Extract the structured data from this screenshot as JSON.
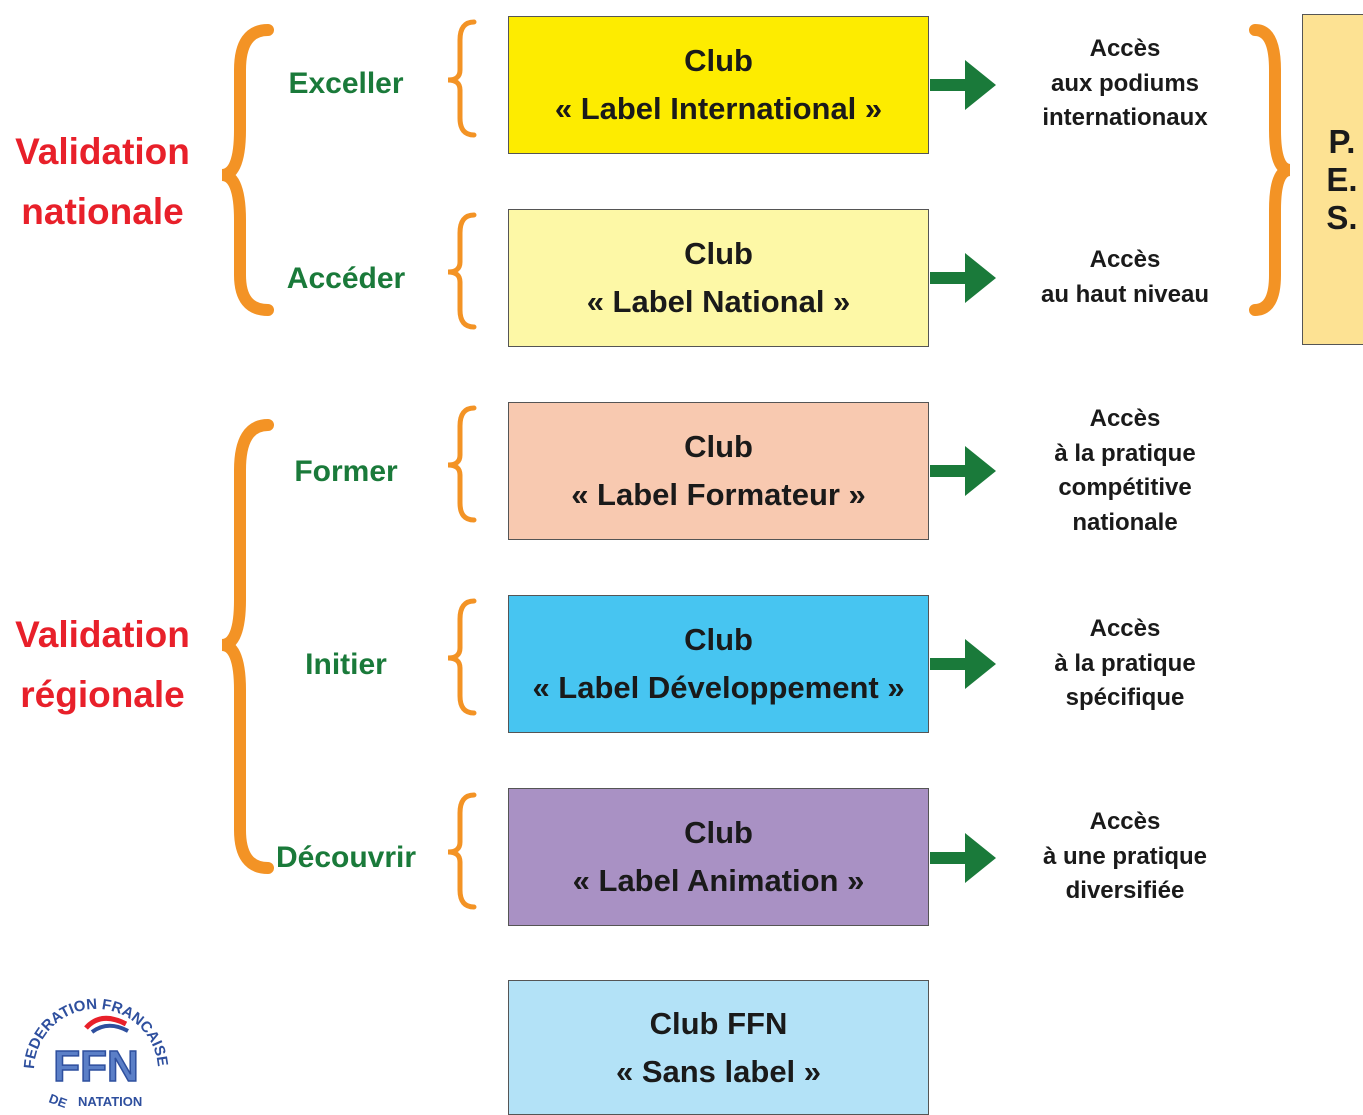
{
  "colors": {
    "validation_text": "#e8202a",
    "verb_text": "#1a7a3a",
    "brace": "#f39325",
    "arrow": "#1a7a3a",
    "international": "#fdec00",
    "national": "#fdf8a6",
    "formateur": "#f8c9b0",
    "developpement": "#47c5f1",
    "animation": "#a991c4",
    "sans_label": "#b3e2f7",
    "pes": "#fde293"
  },
  "groups": {
    "nationale": {
      "line1": "Validation",
      "line2": "nationale"
    },
    "regionale": {
      "line1": "Validation",
      "line2": "régionale"
    }
  },
  "levels": [
    {
      "verb": "Exceller",
      "club": "Club",
      "label": "« Label International »",
      "access": [
        "Accès",
        "aux podiums",
        "internationaux"
      ]
    },
    {
      "verb": "Accéder",
      "club": "Club",
      "label": "« Label National »",
      "access": [
        "Accès",
        "au haut niveau"
      ]
    },
    {
      "verb": "Former",
      "club": "Club",
      "label": "« Label Formateur »",
      "access": [
        "Accès",
        "à la pratique",
        "compétitive",
        "nationale"
      ]
    },
    {
      "verb": "Initier",
      "club": "Club",
      "label": "« Label Développement »",
      "access": [
        "Accès",
        "à la pratique",
        "spécifique"
      ]
    },
    {
      "verb": "Découvrir",
      "club": "Club",
      "label": "« Label Animation »",
      "access": [
        "Accès",
        "à une pratique",
        "diversifiée"
      ]
    }
  ],
  "base": {
    "club": "Club FFN",
    "label": "« Sans label »"
  },
  "pes": [
    "P.",
    "E.",
    "S."
  ],
  "logo": {
    "text_top": "FEDERATION FRANCAISE",
    "text_bottom": "DE NATATION",
    "initials": "FFN",
    "icon": "ffn-logo"
  }
}
